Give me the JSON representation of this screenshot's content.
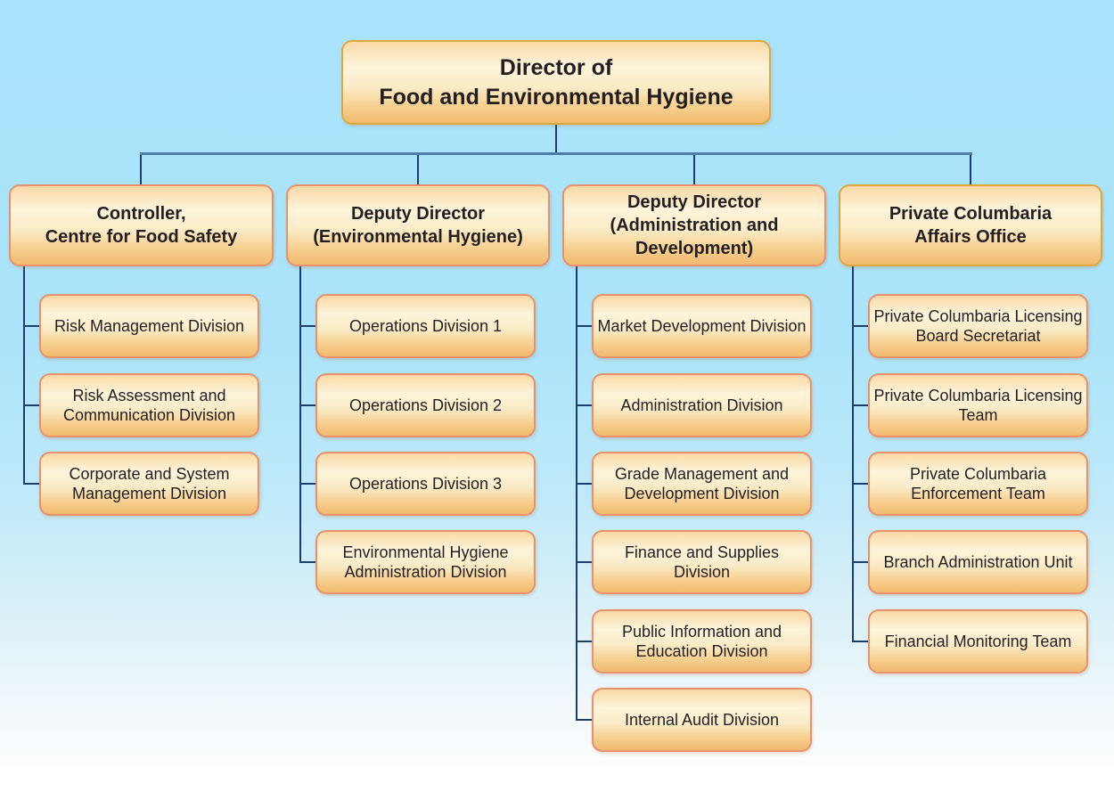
{
  "chart": {
    "type": "org-chart",
    "root": {
      "label": "Director of\nFood and Environmental Hygiene"
    },
    "branches": [
      {
        "label": "Controller,\nCentre for Food Safety",
        "children": [
          "Risk Management Division",
          "Risk Assessment and Communication Division",
          "Corporate and System Management Division"
        ]
      },
      {
        "label": "Deputy Director\n(Environmental Hygiene)",
        "children": [
          "Operations Division 1",
          "Operations Division 2",
          "Operations Division 3",
          "Environmental Hygiene Administration Division"
        ]
      },
      {
        "label": "Deputy Director\n(Administration and Development)",
        "children": [
          "Market Development Division",
          "Administration Division",
          "Grade Management and Development Division",
          "Finance and Supplies Division",
          "Public Information and Education Division",
          "Internal Audit Division"
        ]
      },
      {
        "label": "Private Columbaria\nAffairs Office",
        "children": [
          "Private Columbaria Licensing Board Secretariat",
          "Private Columbaria Licensing Team",
          "Private Columbaria Enforcement Team",
          "Branch Administration Unit",
          "Financial Monitoring Team"
        ]
      }
    ]
  },
  "colors": {
    "background_top": "#a9e3fb",
    "background_bottom": "#ffffff",
    "box_border_salmon": "#e8916a",
    "box_border_gold": "#dfa83c",
    "box_fill_top": "#f8d8a6",
    "box_fill_light": "#fdf5dc",
    "box_fill_bottom": "#f2ba71",
    "connector_navy": "#1c3e6e",
    "connector_steel": "#4d7ea9",
    "text": "#231f20"
  }
}
